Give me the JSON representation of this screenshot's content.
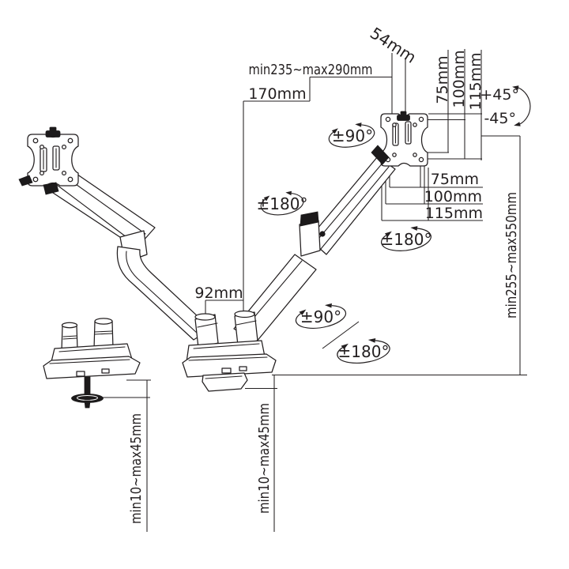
{
  "colors": {
    "background": "#ffffff",
    "line": "#231f20"
  },
  "dimensions": {
    "vesa_head_depth": "54mm",
    "upper_arm_extension": "min235~max290mm",
    "forearm_length": "170mm",
    "base_width": "92mm",
    "vesa_vertical_75": "75mm",
    "vesa_vertical_100": "100mm",
    "vesa_vertical_115": "115mm",
    "vesa_horizontal_75": "75mm",
    "vesa_horizontal_100": "100mm",
    "vesa_horizontal_115": "115mm",
    "height_range": "min255~max550mm",
    "grommet_desk_thickness": "min10~max45mm",
    "clamp_desk_thickness": "min10~max45mm"
  },
  "angles": {
    "tilt_up": "+45°",
    "tilt_down": "-45°",
    "vesa_rotation": "±90°",
    "arm_swivel": "±180°",
    "vesa_swivel": "±180°",
    "base_rotation": "±90°",
    "base_swivel": "±180°"
  }
}
